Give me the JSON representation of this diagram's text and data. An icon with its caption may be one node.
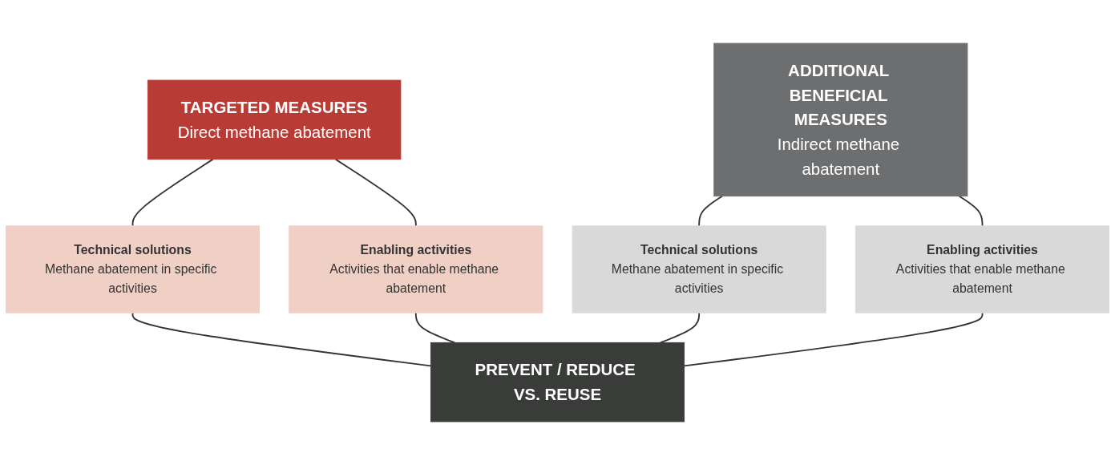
{
  "diagram": {
    "nodes": [
      {
        "text": [
          "TARGETED MEASURES",
          "Direct methane abatement"
        ]
      },
      {
        "text": [
          "ADDITIONAL BENEFICIAL MEASURES",
          "Indirect methane abatement"
        ]
      },
      {
        "text": [
          "Technical solutions",
          "Methane abatement in specific activities"
        ]
      },
      {
        "text": [
          "Enabling activities",
          "Activities that enable methane abatement"
        ]
      },
      {
        "text": [
          "Technical solutions",
          "Methane abatement in specific activities"
        ]
      },
      {
        "text": [
          "Enabling activities",
          "Activities that enable methane abatement"
        ]
      },
      {
        "text": [
          "PREVENT / REDUCE VS. REUSE"
        ]
      }
    ],
    "edges": [
      {
        "from": 0,
        "to": 2,
        "arrow": "none"
      },
      {
        "from": 0,
        "to": 3,
        "arrow": "none"
      },
      {
        "from": 1,
        "to": 4,
        "arrow": "none"
      },
      {
        "from": 1,
        "to": 5,
        "arrow": "none"
      },
      {
        "from": 2,
        "to": 6,
        "arrow": "none"
      },
      {
        "from": 3,
        "to": 6,
        "arrow": "none"
      },
      {
        "from": 4,
        "to": 6,
        "arrow": "none"
      },
      {
        "from": 5,
        "to": 6,
        "arrow": "none"
      }
    ]
  }
}
